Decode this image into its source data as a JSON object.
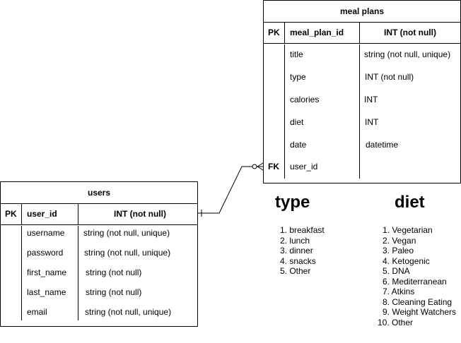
{
  "meal_plans": {
    "title": "meal plans",
    "pk_label": "PK",
    "pk_name": "meal_plan_id",
    "pk_type": "INT (not null)",
    "fields": [
      {
        "key": "",
        "name": "title",
        "type": "string (not null, unique)"
      },
      {
        "key": "",
        "name": "type",
        "type": "INT (not null)"
      },
      {
        "key": "",
        "name": "calories",
        "type": "INT"
      },
      {
        "key": "",
        "name": "diet",
        "type": "INT"
      },
      {
        "key": "",
        "name": "date",
        "type": "datetime"
      },
      {
        "key": "FK",
        "name": "user_id",
        "type": ""
      }
    ]
  },
  "users": {
    "title": "users",
    "pk_label": "PK",
    "pk_name": "user_id",
    "pk_type": "INT (not null)",
    "fields": [
      {
        "name": "username",
        "type": "string (not null, unique)"
      },
      {
        "name": "password",
        "type": "string (not null, unique)"
      },
      {
        "name": "first_name",
        "type": "string (not null)"
      },
      {
        "name": "last_name",
        "type": "string (not null)"
      },
      {
        "name": "email",
        "type": "string (not null, unique)"
      }
    ]
  },
  "type_legend": {
    "title": "type",
    "items": [
      "1. breakfast",
      "2. lunch",
      "3. dinner",
      "4. snacks",
      "5. Other"
    ]
  },
  "diet_legend": {
    "title": "diet",
    "items": [
      "1. Vegetarian",
      "2. Vegan",
      "3. Paleo",
      "4. Ketogenic",
      "5. DNA",
      "6. Mediterranean",
      "7. Atkins",
      "8. Cleaning Eating",
      "9. Weight Watchers",
      "10. Other"
    ]
  },
  "relationship": {
    "from": "users.user_id",
    "to": "meal_plans.user_id",
    "from_cardinality": "one",
    "to_cardinality": "zero-or-many"
  }
}
